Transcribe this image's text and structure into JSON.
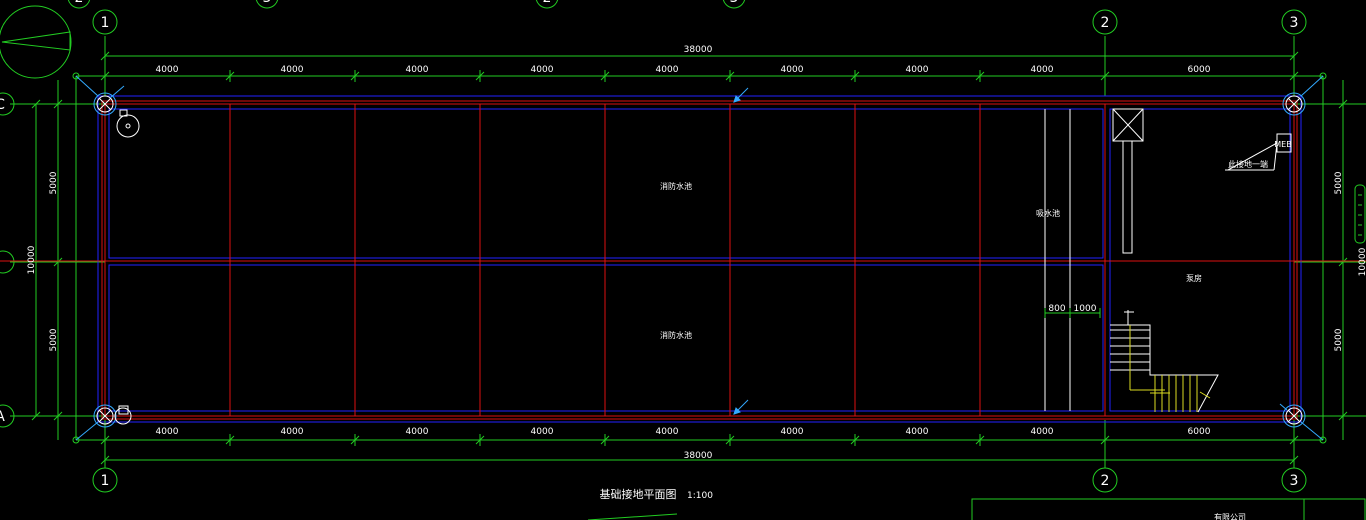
{
  "colors": {
    "dim": "#22cc22",
    "wall": "#2222ff",
    "grid": "#dd1111",
    "accent": "#33aaff",
    "text": "#ffffff",
    "stair": "#dddd22"
  },
  "axes": {
    "one": "1",
    "two": "2",
    "three": "3",
    "a": "A",
    "b": "B",
    "c": "C"
  },
  "dims": {
    "overall": "38000",
    "bay": "4000",
    "pump_bay": "6000",
    "half": "5000",
    "overall_v": "10000",
    "w800": "800",
    "w1000": "1000"
  },
  "rooms": {
    "fire_pool": "消防水池",
    "pump_pool": "吸水池",
    "pump_room": "泵房",
    "meb": "MEB",
    "meb_note": "此接地一端"
  },
  "drawing": {
    "title": "基础接地平面图",
    "scale": "1:100"
  },
  "title_block": {
    "company": "有限公司"
  }
}
